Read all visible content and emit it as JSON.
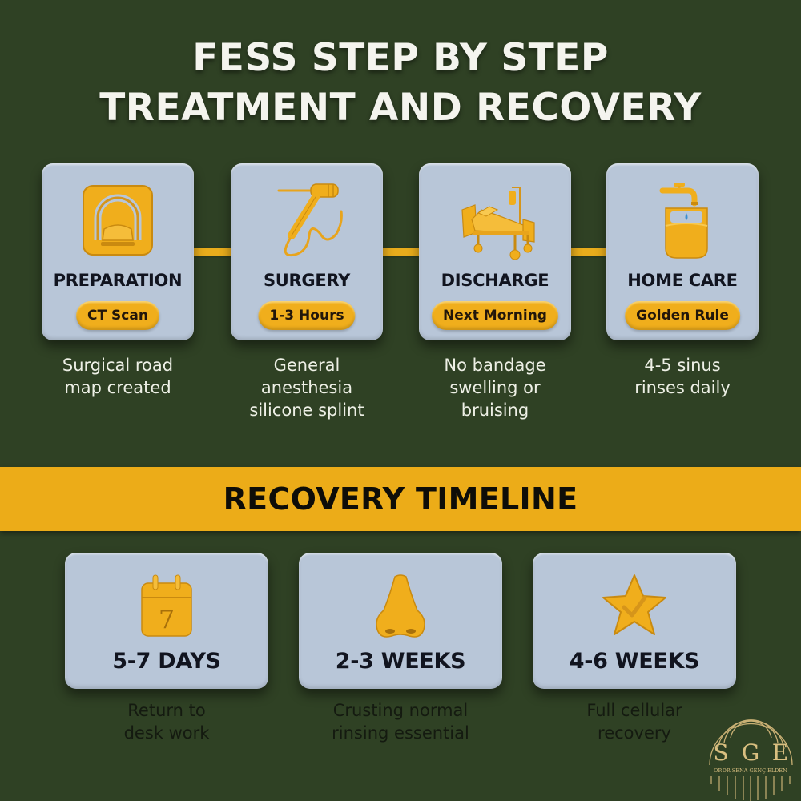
{
  "header": {
    "title_line1": "FESS STEP BY STEP",
    "title_line2": "TREATMENT AND RECOVERY"
  },
  "steps": [
    {
      "title": "PREPARATION",
      "badge": "CT Scan",
      "caption_line1": "Surgical road",
      "caption_line2": "map created",
      "caption_line3": "",
      "icon": "ct-scanner-icon"
    },
    {
      "title": "SURGERY",
      "badge": "1-3 Hours",
      "caption_line1": "General",
      "caption_line2": "anesthesia",
      "caption_line3": "silicone splint",
      "icon": "endoscope-icon"
    },
    {
      "title": "DISCHARGE",
      "badge": "Next Morning",
      "caption_line1": "No bandage",
      "caption_line2": "swelling or",
      "caption_line3": "bruising",
      "icon": "hospital-bed-icon"
    },
    {
      "title": "HOME CARE",
      "badge": "Golden Rule",
      "caption_line1": "4-5 sinus",
      "caption_line2": "rinses daily",
      "caption_line3": "",
      "icon": "faucet-rinse-icon"
    }
  ],
  "recovery": {
    "banner_title": "RECOVERY TIMELINE",
    "items": [
      {
        "title": "5-7 DAYS",
        "caption_line1": "Return to",
        "caption_line2": "desk work",
        "icon": "calendar-icon",
        "calendar_number": "7"
      },
      {
        "title": "2-3 WEEKS",
        "caption_line1": "Crusting normal",
        "caption_line2": "rinsing essential",
        "icon": "nose-icon"
      },
      {
        "title": "4-6 WEEKS",
        "caption_line1": "Full cellular",
        "caption_line2": "recovery",
        "icon": "star-check-icon"
      }
    ]
  },
  "logo": {
    "monogram_s": "S",
    "monogram_g": "G",
    "monogram_e": "E",
    "name": "OP.DR SENA GENÇ ELDEN"
  },
  "colors": {
    "background": "#2f4124",
    "accent_gold": "#ecac18",
    "card": "#b8c6d8",
    "title_text": "#f4f4ee",
    "dark_text": "#11141f"
  }
}
